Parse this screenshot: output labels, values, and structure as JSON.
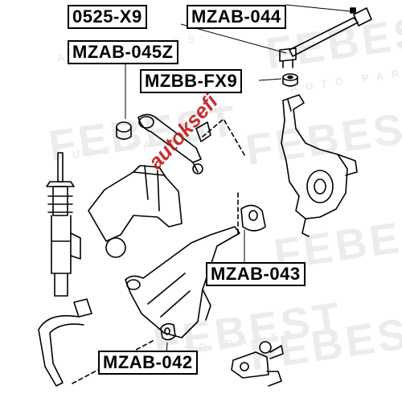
{
  "labels": {
    "l0525": "0525-X9",
    "mzab044": "MZAB-044",
    "mzab045z": "MZAB-045Z",
    "mzbbfx9": "MZBB-FX9",
    "mzab043": "MZAB-043",
    "mzab042": "MZAB-042"
  },
  "watermark": {
    "brand": "FEBEST",
    "sub": "AUTO PARTS"
  },
  "stamp": "autoksefi",
  "colors": {
    "ink": "#000000",
    "watermark": "#ececec",
    "stamp": "#c01818"
  }
}
